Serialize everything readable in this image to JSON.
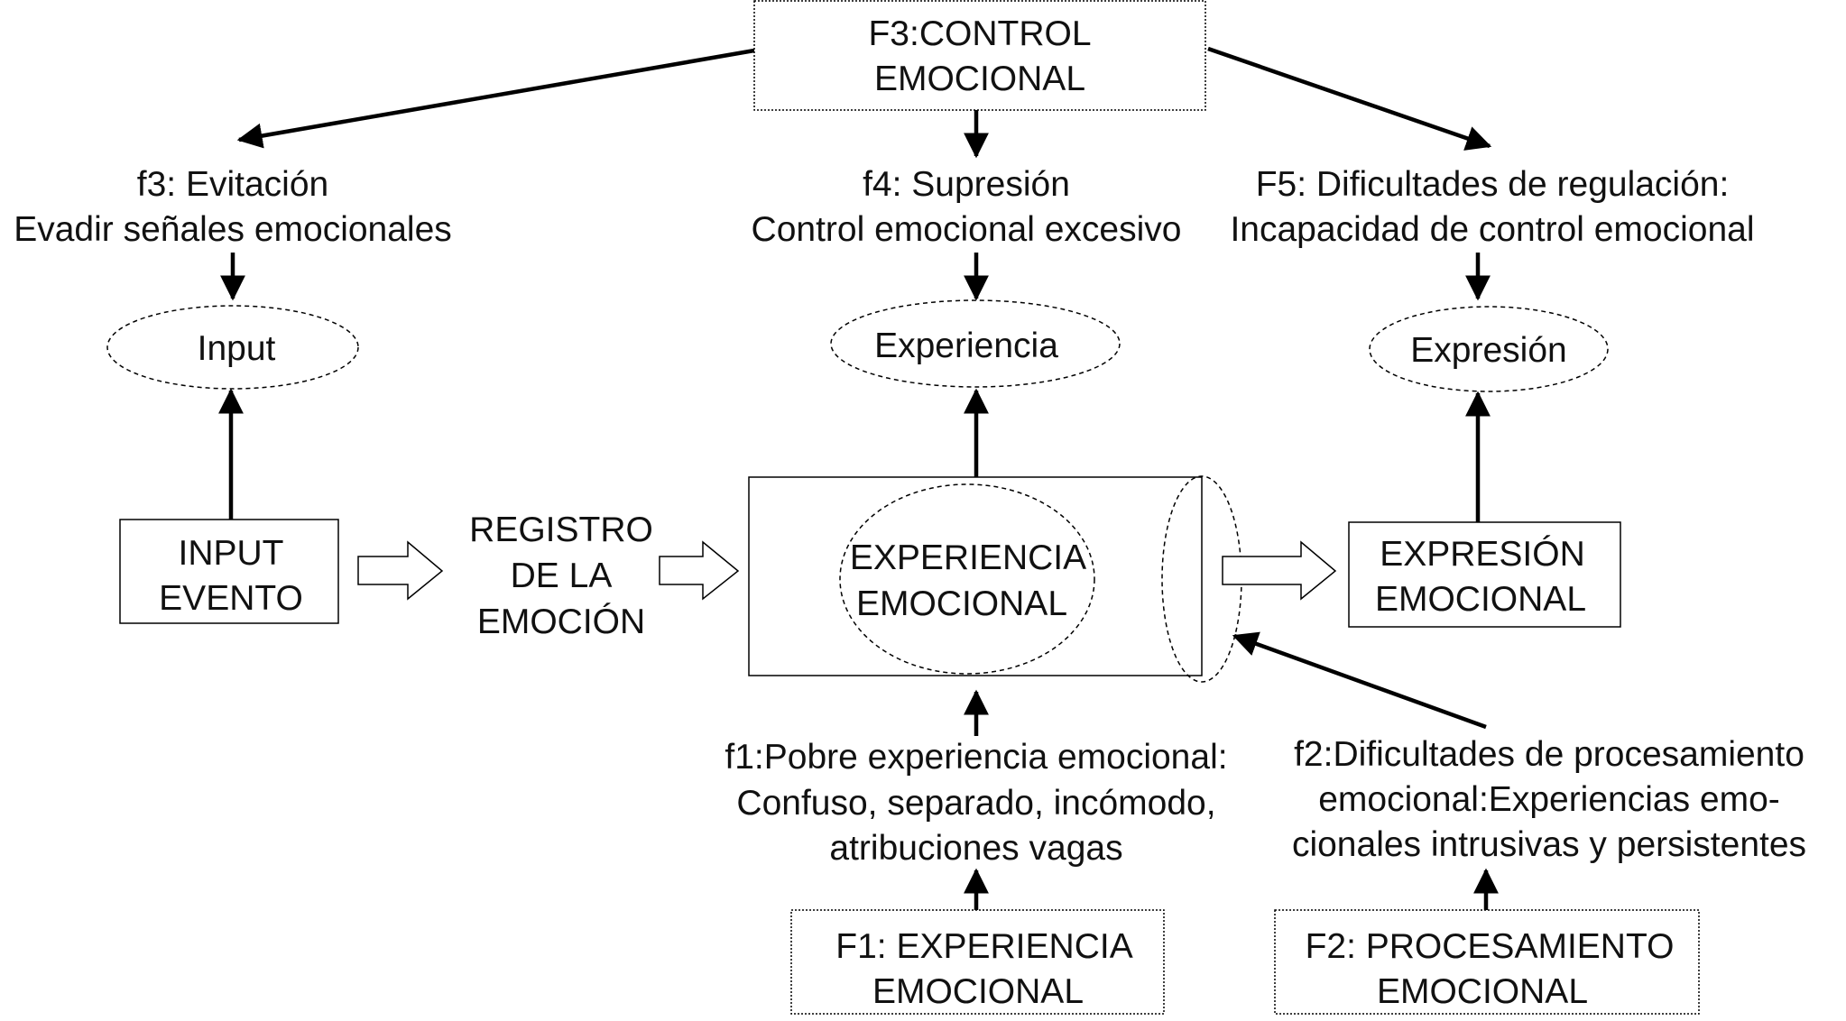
{
  "boxes": {
    "f3_control": {
      "line1": "F3:CONTROL",
      "line2": "EMOCIONAL"
    },
    "input_evento": {
      "line1": "INPUT",
      "line2": "EVENTO"
    },
    "experiencia_emocional": {
      "line1": "EXPERIENCIA",
      "line2": "EMOCIONAL"
    },
    "expresion_emocional": {
      "line1": "EXPRESIÓN",
      "line2": "EMOCIONAL"
    },
    "f1_experiencia": {
      "line1": "F1: EXPERIENCIA",
      "line2": "EMOCIONAL"
    },
    "f2_procesamiento": {
      "line1": "F2: PROCESAMIENTO",
      "line2": "EMOCIONAL"
    }
  },
  "ellipses": {
    "input": "Input",
    "experiencia": "Experiencia",
    "expresion": "Expresión"
  },
  "labels": {
    "f3_evitacion": {
      "line1": "f3: Evitación",
      "line2": "Evadir señales emocionales"
    },
    "f4_supresion": {
      "line1": "f4: Supresión",
      "line2": "Control emocional excesivo"
    },
    "f5_dificultades": {
      "line1": "F5: Dificultades de regulación:",
      "line2": "Incapacidad de control emocional"
    },
    "registro": {
      "line1": "REGISTRO",
      "line2": "DE LA",
      "line3": "EMOCIÓN"
    },
    "f1_pobre": {
      "line1": "f1:Pobre experiencia emocional:",
      "line2": "Confuso, separado, incómodo,",
      "line3": "atribuciones vagas"
    },
    "f2_dificultades": {
      "line1": "f2:Dificultades de procesamiento",
      "line2": "emocional:Experiencias emo-",
      "line3": "cionales intrusivas y persistentes"
    }
  }
}
